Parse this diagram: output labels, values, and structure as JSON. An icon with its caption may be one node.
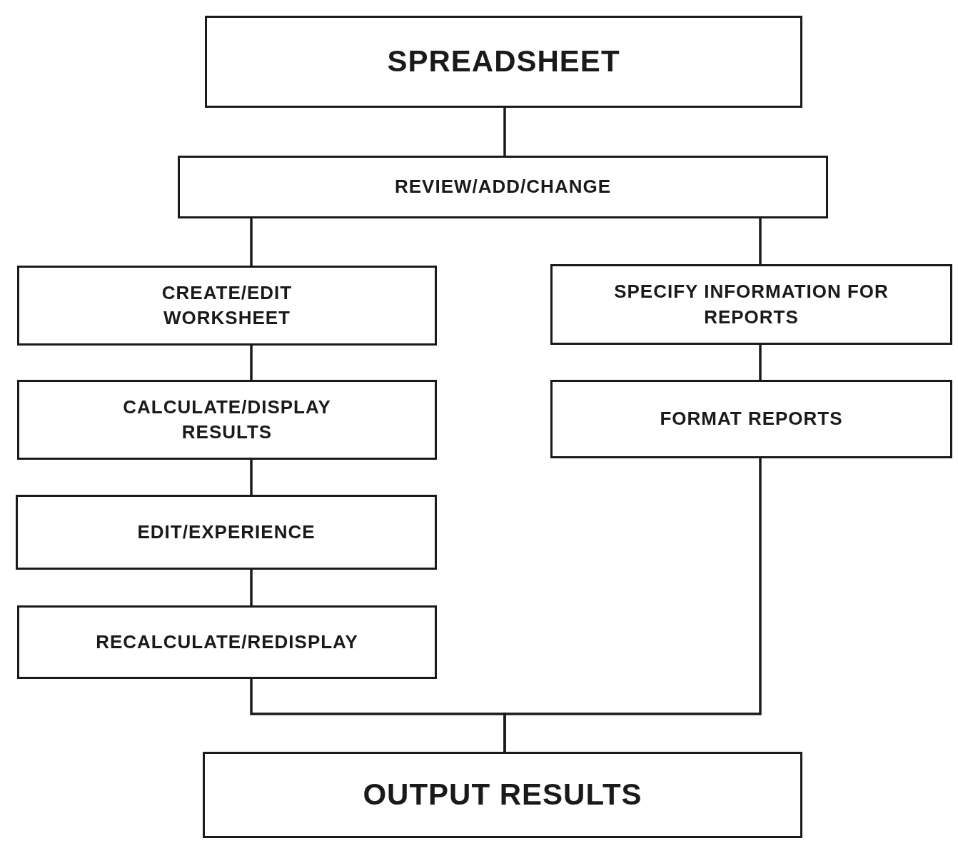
{
  "diagram": {
    "nodes": [
      {
        "text": [
          "SPREADSHEET"
        ]
      },
      {
        "text": [
          "REVIEW/ADD/CHANGE"
        ]
      },
      {
        "text": [
          "CREATE/EDIT WORKSHEET"
        ]
      },
      {
        "text": [
          "CALCULATE/DISPLAY RESULTS"
        ]
      },
      {
        "text": [
          "EDIT/EXPERIENCE"
        ]
      },
      {
        "text": [
          "RECALCULATE/REDISPLAY"
        ]
      },
      {
        "text": [
          "SPECIFY INFORMATION FOR REPORTS"
        ]
      },
      {
        "text": [
          "FORMAT REPORTS"
        ]
      },
      {
        "text": [
          "OUTPUT RESULTS"
        ]
      }
    ],
    "edges": [
      {
        "from": 0,
        "to": 1,
        "arrow": "none"
      },
      {
        "from": 1,
        "to": 2,
        "arrow": "none"
      },
      {
        "from": 2,
        "to": 3,
        "arrow": "none"
      },
      {
        "from": 3,
        "to": 4,
        "arrow": "none"
      },
      {
        "from": 4,
        "to": 5,
        "arrow": "none"
      },
      {
        "from": 1,
        "to": 6,
        "arrow": "none"
      },
      {
        "from": 6,
        "to": 7,
        "arrow": "none"
      },
      {
        "from": 5,
        "to": 8,
        "arrow": "none"
      },
      {
        "from": 7,
        "to": 8,
        "arrow": "none"
      }
    ]
  }
}
